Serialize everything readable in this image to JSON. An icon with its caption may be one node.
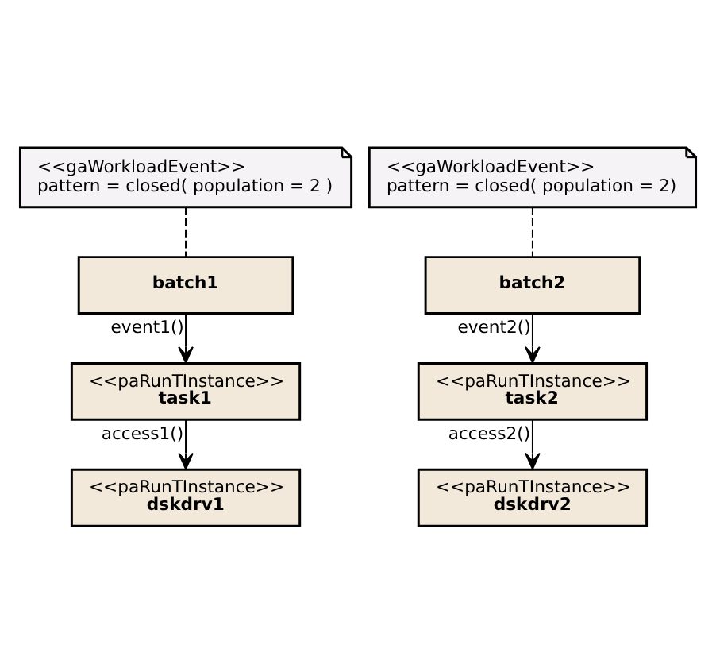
{
  "diagram": {
    "nodes": [
      {
        "text": [
          "<<gaWorkloadEvent>>",
          "pattern = closed( population = 2 )"
        ]
      },
      {
        "text": [
          "<<gaWorkloadEvent>>",
          "pattern = closed( population = 2)"
        ]
      },
      {
        "text": [
          "batch1"
        ]
      },
      {
        "text": [
          "batch2"
        ]
      },
      {
        "text": [
          "<<paRunTInstance>>",
          "task1"
        ]
      },
      {
        "text": [
          "<<paRunTInstance>>",
          "task2"
        ]
      },
      {
        "text": [
          "<<paRunTInstance>>",
          "dskdrv1"
        ]
      },
      {
        "text": [
          "<<paRunTInstance>>",
          "dskdrv2"
        ]
      }
    ],
    "edges": [
      {
        "from": 0,
        "to": 2,
        "arrow": "none",
        "style": "dashed"
      },
      {
        "from": 1,
        "to": 3,
        "arrow": "none",
        "style": "dashed"
      },
      {
        "from": 2,
        "to": 4,
        "arrow": "to",
        "label": "event1()"
      },
      {
        "from": 3,
        "to": 5,
        "arrow": "to",
        "label": "event2()"
      },
      {
        "from": 4,
        "to": 6,
        "arrow": "to",
        "label": "access1()"
      },
      {
        "from": 5,
        "to": 7,
        "arrow": "to",
        "label": "access2()"
      }
    ]
  }
}
